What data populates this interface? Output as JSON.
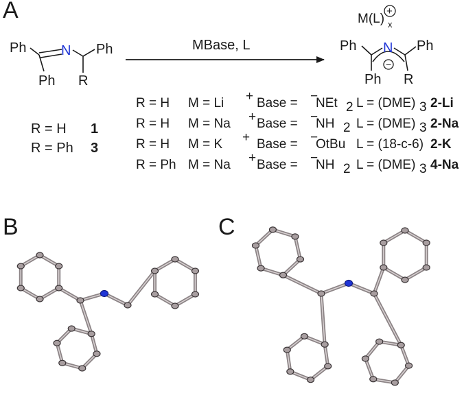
{
  "panels": {
    "a": "A",
    "b": "B",
    "c": "C"
  },
  "reactant": {
    "ph_top_left": "Ph",
    "ph_top_right": "Ph",
    "ph_bottom": "Ph",
    "n_atom": "N",
    "r_group": "R"
  },
  "compound_labels": [
    {
      "r": "R = H",
      "num": "1"
    },
    {
      "r": "R = Ph",
      "num": "3"
    }
  ],
  "arrow": {
    "reagent": "MBase, L"
  },
  "product": {
    "ph_top_left": "Ph",
    "ph_top_right": "Ph",
    "ph_bottom": "Ph",
    "n_atom": "N",
    "r_group": "R",
    "counterion": "M(L)",
    "counterion_sub": "x",
    "plus": "+",
    "minus": "−"
  },
  "conditions": [
    {
      "r": "R = H",
      "m": "M = Li",
      "m_sup": "+",
      "base_pre": "Base = ",
      "base_sup": "−",
      "base": "NEt",
      "base_sub": "2",
      "l": "L = (DME)",
      "l_sub": "3",
      "id": "2-Li"
    },
    {
      "r": "R = H",
      "m": "M = Na",
      "m_sup": "+",
      "base_pre": "Base = ",
      "base_sup": "−",
      "base": "NH",
      "base_sub": "2",
      "l": "L = (DME)",
      "l_sub": "3",
      "id": "2-Na"
    },
    {
      "r": "R = H",
      "m": "M = K",
      "m_sup": "+",
      "base_pre": "Base = ",
      "base_sup": "−",
      "base": "OtBu",
      "base_sub": "",
      "l": "L = (18-c-6)",
      "l_sub": "",
      "id": "2-K"
    },
    {
      "r": "R = Ph",
      "m": "M = Na",
      "m_sup": "+",
      "base_pre": "Base = ",
      "base_sup": "−",
      "base": "NH",
      "base_sub": "2",
      "l": "L = (DME)",
      "l_sub": "3",
      "id": "4-Na"
    }
  ],
  "colors": {
    "nitrogen": "#1f35d6",
    "bond": "#1a1a1a",
    "atom_fill": "#a89ea0",
    "atom_stroke": "#3a3436",
    "crystal_bond": "#8c8486"
  }
}
